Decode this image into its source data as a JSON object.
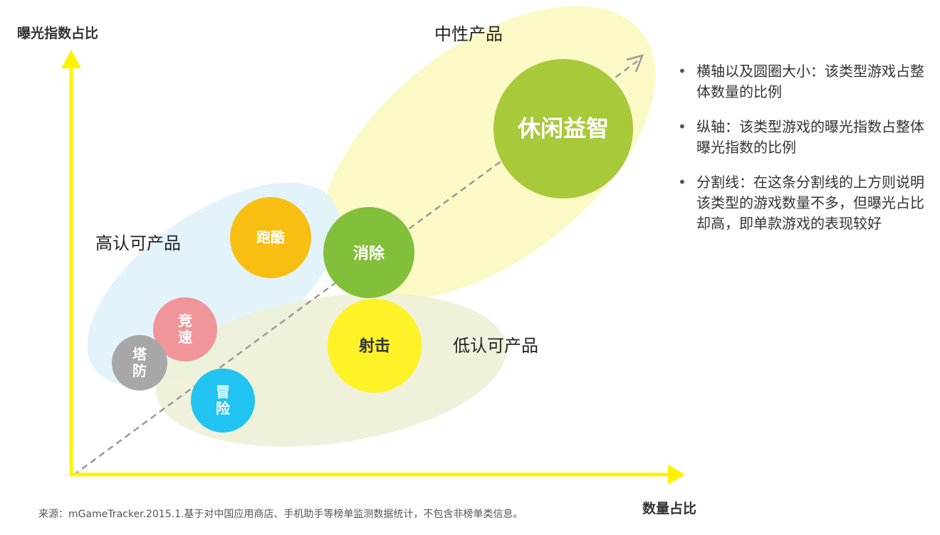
{
  "axes": {
    "y_title": "曝光指数占比",
    "x_title": "数量占比"
  },
  "groups": [
    {
      "id": "neutral",
      "label": "中性产品",
      "color": "#fbf8c0"
    },
    {
      "id": "high",
      "label": "高认可产品",
      "color": "#dff2fb"
    },
    {
      "id": "low",
      "label": "低认可产品",
      "color": "#eef0d6"
    }
  ],
  "bubbles": [
    {
      "id": "casual",
      "label": "休闲益智",
      "color": "#a8c93a"
    },
    {
      "id": "parkour",
      "label": "跑酷",
      "color": "#f8bf12"
    },
    {
      "id": "match",
      "label": "消除",
      "color": "#82bf3a"
    },
    {
      "id": "racing",
      "label": "竞速",
      "color": "#f0959a"
    },
    {
      "id": "td",
      "label": "塔防",
      "color": "#a7a7a7"
    },
    {
      "id": "adventure",
      "label": "冒险",
      "color": "#21c3f0"
    },
    {
      "id": "shooting",
      "label": "射击",
      "color": "#fff227"
    }
  ],
  "colors": {
    "axis": "#fff200",
    "divider": "#9a9a9a",
    "shooting_text": "#333333"
  },
  "notes": [
    "横轴以及圆圈大小：该类型游戏占整体数量的比例",
    "纵轴：该类型游戏的曝光指数占整体曝光指数的比例",
    "分割线：在这条分割线的上方则说明该类型的游戏数量不多，但曝光占比却高，即单款游戏的表现较好"
  ],
  "source": "来源：mGameTracker.2015.1.基于对中国应用商店、手机助手等榜单监测数据统计，不包含非榜单类信息。"
}
